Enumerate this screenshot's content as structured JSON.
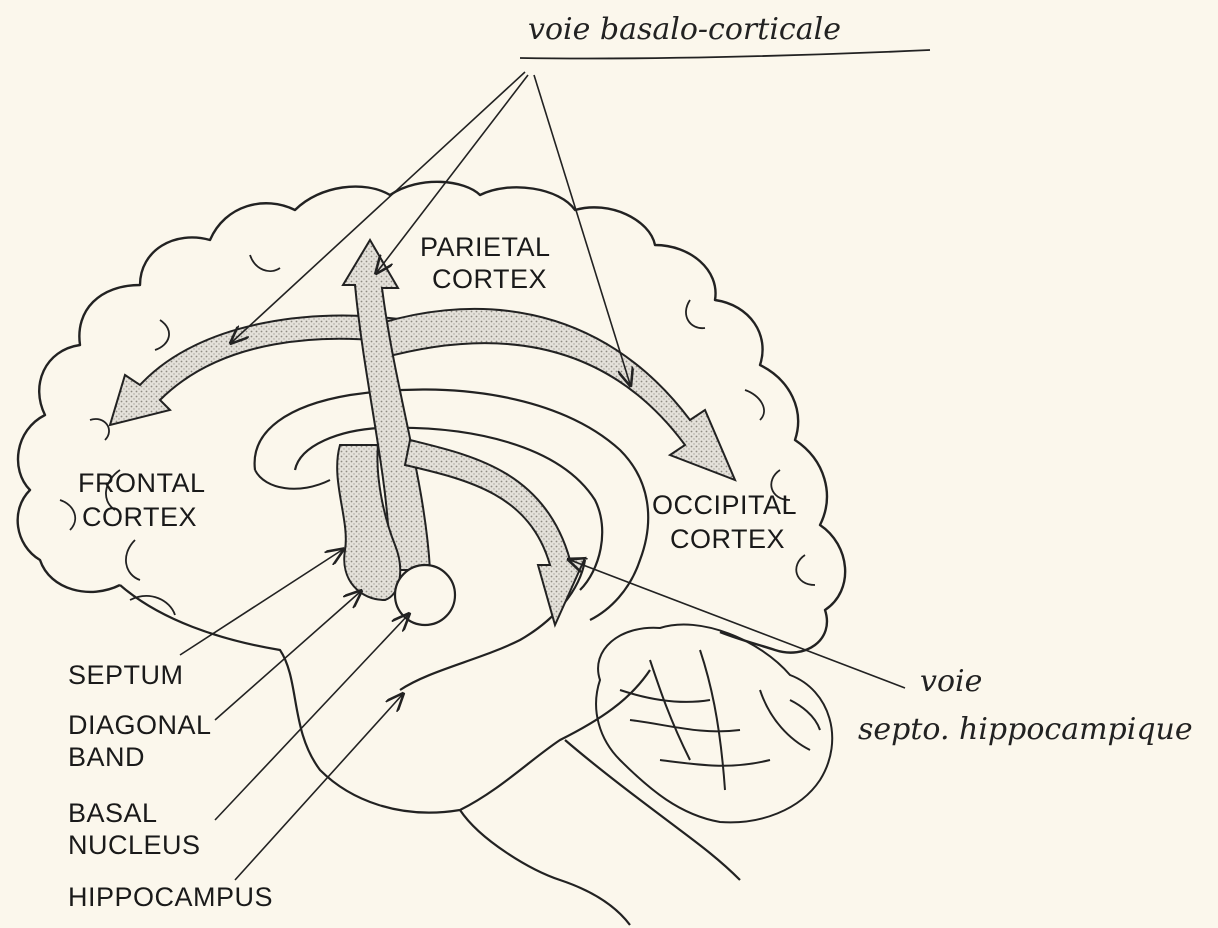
{
  "handwritten": {
    "basal_cortical": "voie basalo-corticale",
    "septo_line1": "voie",
    "septo_line2": "septo. hippocampique"
  },
  "regions": {
    "parietal_1": "PARIETAL",
    "parietal_2": "CORTEX",
    "frontal_1": "FRONTAL",
    "frontal_2": "CORTEX",
    "occipital_1": "OCCIPITAL",
    "occipital_2": "CORTEX"
  },
  "structures": {
    "septum": "SEPTUM",
    "diagonal_1": "DIAGONAL",
    "diagonal_2": "BAND",
    "basal_1": "BASAL",
    "basal_2": "NUCLEUS",
    "hippocampus": "HIPPOCAMPUS"
  },
  "colors": {
    "background": "#fbf7ec",
    "ink": "#1a1a1a",
    "pathway_fill": "#d6d3cc"
  }
}
